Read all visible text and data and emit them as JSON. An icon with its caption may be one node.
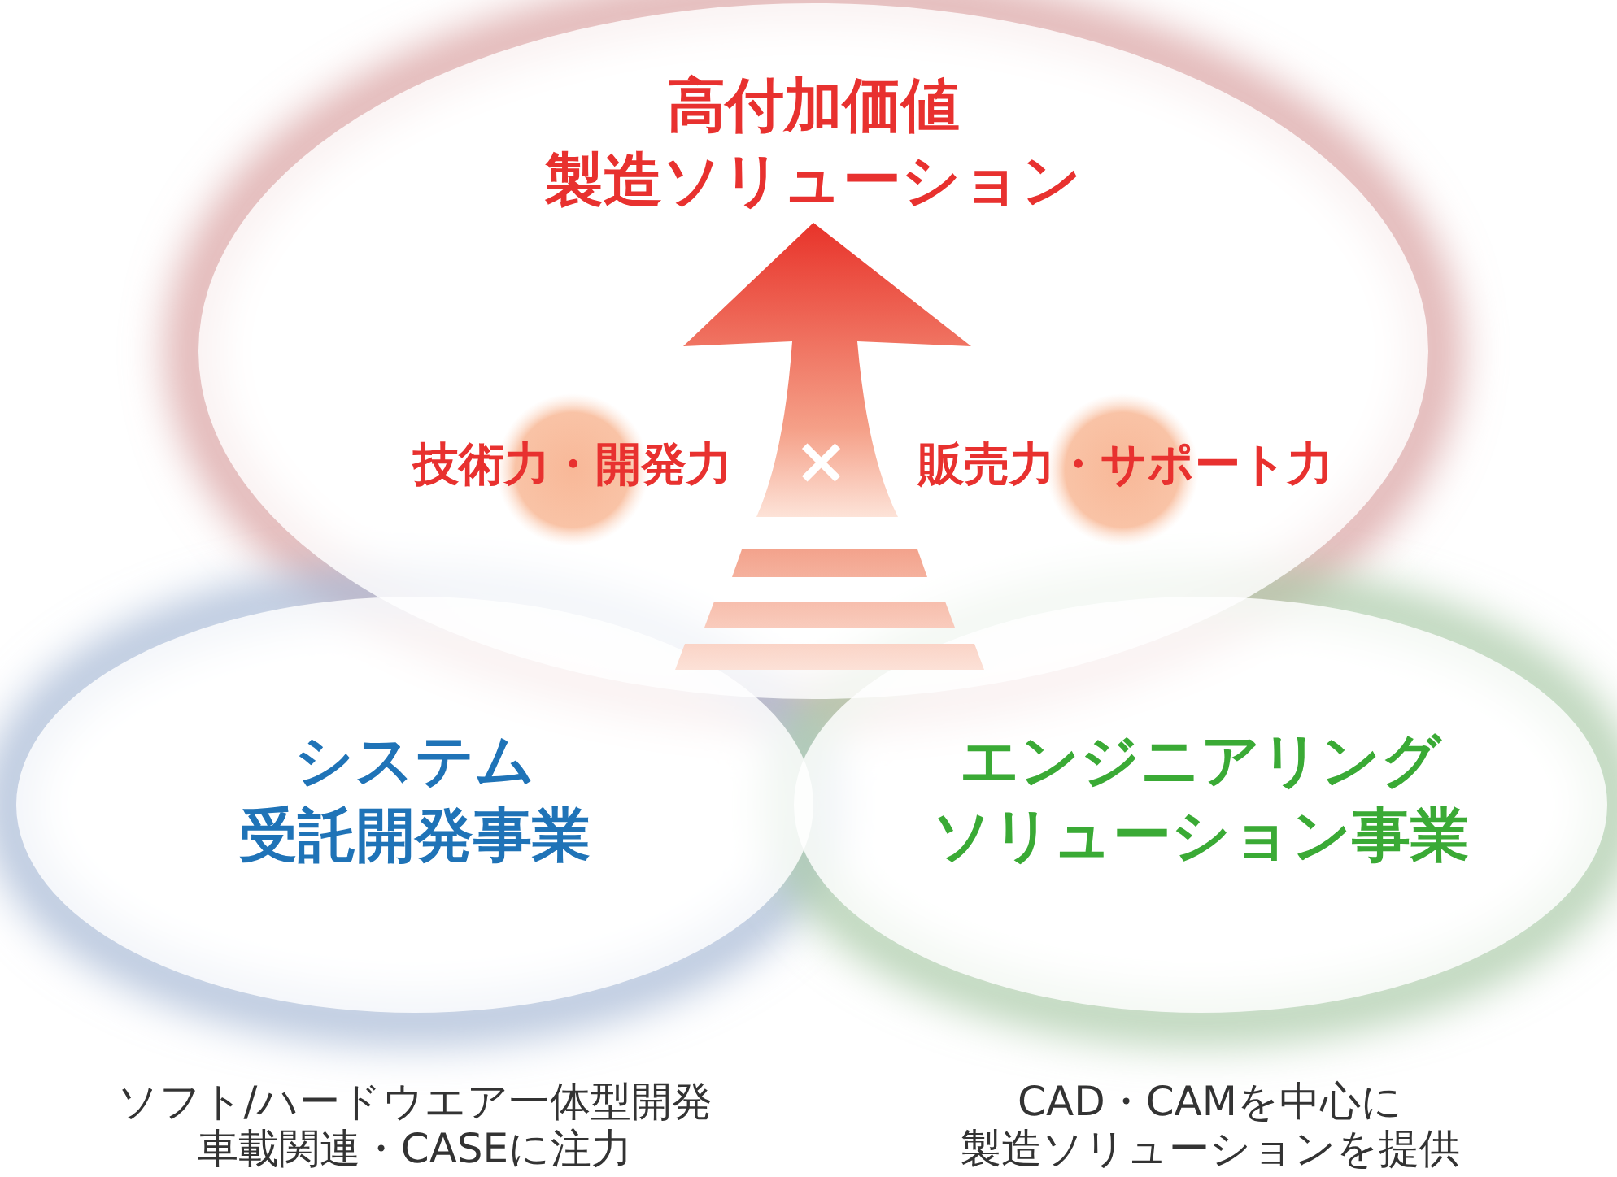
{
  "diagram": {
    "nodes": [
      {
        "text": [
          "高付加価値",
          "製造ソリューション"
        ]
      },
      {
        "text": [
          "システム",
          "受託開発事業"
        ],
        "beside": [
          "ソフト/ハードウエア一体型開発",
          "車載関連・CASEに注力"
        ]
      },
      {
        "text": [
          "エンジニアリング",
          "ソリューション事業"
        ],
        "beside": [
          "CAD・CAMを中心に",
          "製造ソリューションを提供"
        ]
      },
      {
        "text": [
          "技術力・開発力"
        ],
        "in": 0
      },
      {
        "text": [
          "販売力・サポート力"
        ],
        "in": 0
      }
    ],
    "labels": [
      "×"
    ]
  }
}
